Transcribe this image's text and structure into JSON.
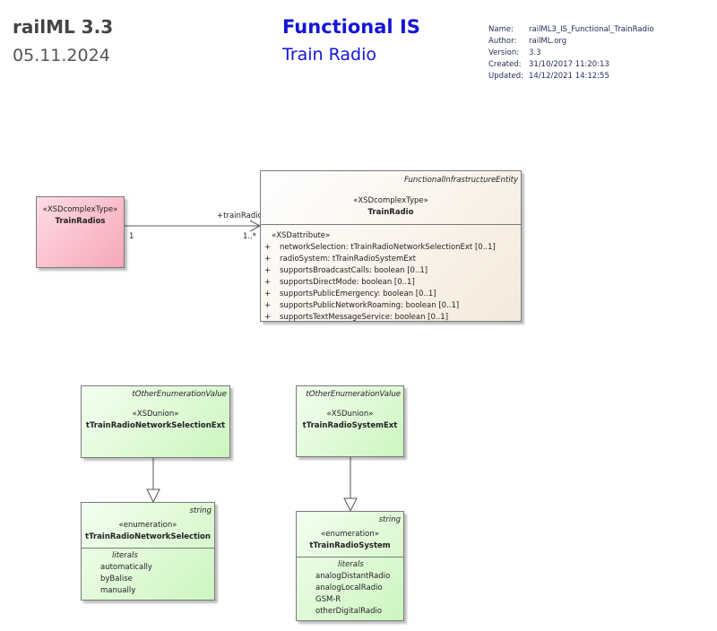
{
  "header": {
    "title": "railML 3.3",
    "date": "05.11.2024",
    "main_title": "Functional IS",
    "subtitle": "Train Radio"
  },
  "metadata": [
    {
      "key": "Name:",
      "value": "railML3_IS_Functional_TrainRadio"
    },
    {
      "key": "Author:",
      "value": "railML.org"
    },
    {
      "key": "Version:",
      "value": "3.3"
    },
    {
      "key": "Created:",
      "value": "31/10/2017 11:20:13"
    },
    {
      "key": "Updated:",
      "value": "14/12/2021 14:12:55"
    }
  ],
  "colors": {
    "title_blue": "#1515d6",
    "pink": "#f5a6b6",
    "green": "#cdf5c0",
    "tan": "#f5e9da"
  },
  "diagram": {
    "train_radios": {
      "stereotype": "«XSDcomplexType»",
      "name": "TrainRadios"
    },
    "association": {
      "role": "+trainRadio",
      "source_mult": "1",
      "target_mult": "1..*"
    },
    "train_radio": {
      "parent": "FunctionalInfrastructureEntity",
      "stereotype": "«XSDcomplexType»",
      "name": "TrainRadio",
      "attr_stereotype": "«XSDattribute»",
      "attributes": [
        "networkSelection: tTrainRadioNetworkSelectionExt [0..1]",
        "radioSystem: tTrainRadioSystemExt",
        "supportsBroadcastCalls: boolean [0..1]",
        "supportsDirectMode: boolean [0..1]",
        "supportsPublicEmergency: boolean [0..1]",
        "supportsPublicNetworkRoaming: boolean [0..1]",
        "supportsTextMessageService: boolean [0..1]"
      ],
      "visibility": "+"
    },
    "net_sel_ext": {
      "parent": "tOtherEnumerationValue",
      "stereotype": "«XSDunion»",
      "name": "tTrainRadioNetworkSelectionExt"
    },
    "sys_ext": {
      "parent": "tOtherEnumerationValue",
      "stereotype": "«XSDunion»",
      "name": "tTrainRadioSystemExt"
    },
    "net_sel": {
      "parent": "string",
      "stereotype": "«enumeration»",
      "name": "tTrainRadioNetworkSelection",
      "literals_label": "literals",
      "literals": [
        "automatically",
        "byBalise",
        "manually"
      ]
    },
    "sys": {
      "parent": "string",
      "stereotype": "«enumeration»",
      "name": "tTrainRadioSystem",
      "literals_label": "literals",
      "literals": [
        "analogDistantRadio",
        "analogLocalRadio",
        "GSM-R",
        "otherDigitalRadio"
      ]
    }
  }
}
